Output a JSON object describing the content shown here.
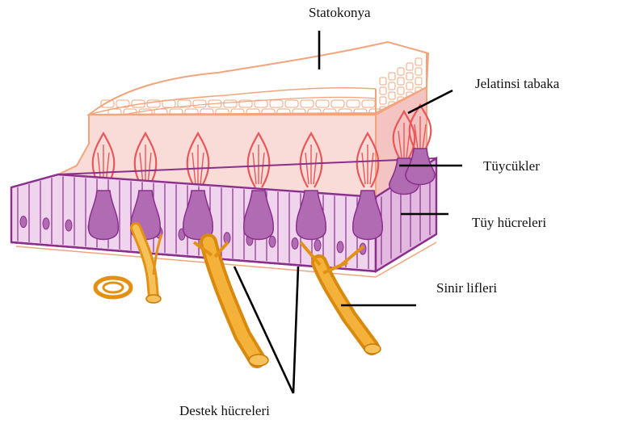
{
  "labels": {
    "statokonya": "Statokonya",
    "jelatinsi_tabaka": "Jelatinsi tabaka",
    "tuycukler": "Tüycükler",
    "tuy_hucreleri": "Tüy hücreleri",
    "sinir_lifleri": "Sinir lifleri",
    "destek_hucreleri": "Destek hücreleri"
  },
  "colors": {
    "statoconia_outline": "#f3a47c",
    "gel_fill": "#f9dcd8",
    "hair_bundle": "#e8575a",
    "hair_cell_fill": "#b06bb3",
    "cell_layer_fill": "#f0d3ec",
    "cell_layer_outline": "#8a2f8c",
    "nerve_fiber": "#f2a61e",
    "leader_line": "#000000"
  }
}
